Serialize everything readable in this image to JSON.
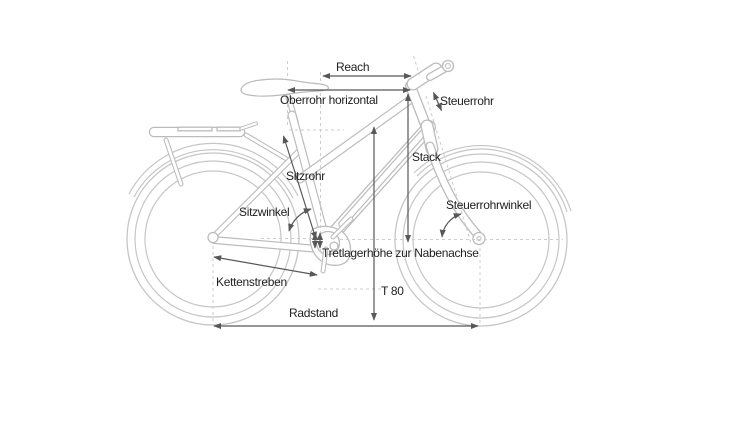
{
  "diagram": {
    "subject": "bicycle-geometry",
    "labels": {
      "reach": "Reach",
      "oberrohr_horizontal": "Oberrohr horizontal",
      "steuerrohr": "Steuerrohr",
      "stack": "Stack",
      "sitzrohr": "Sitzrohr",
      "sitzwinkel": "Sitzwinkel",
      "steuerrohrwinkel": "Steuerrohrwinkel",
      "tretlagerhoehe": "Tretlagerhöhe zur Nabenachse",
      "kettenstreben": "Kettenstreben",
      "t80": "T 80",
      "radstand": "Radstand"
    },
    "colors": {
      "background": "#ffffff",
      "bike_outline": "#bcbcbc",
      "wheel_outline": "#c6c6c6",
      "dimension_lines": "#585858",
      "construction_lines": "#cdcdcd",
      "text": "#1f1f1f"
    }
  }
}
